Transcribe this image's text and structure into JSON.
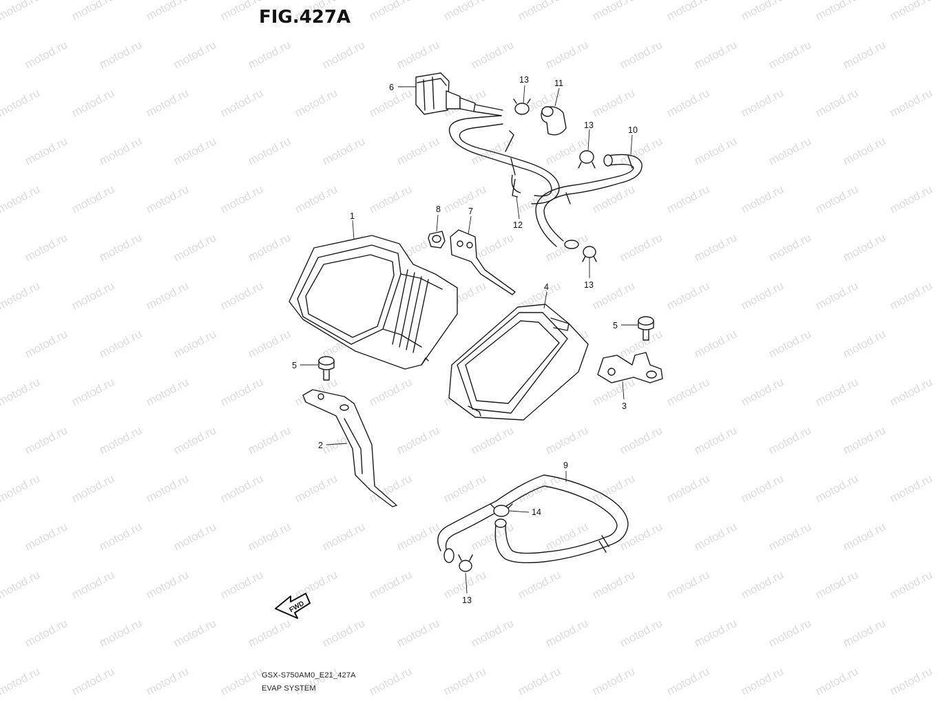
{
  "figure": {
    "title": "FIG.427A",
    "code": "GSX-S750AM0_E21_427A",
    "caption": "EVAP SYSTEM",
    "watermark": "motod.ru",
    "fwd_label": "FWD"
  },
  "callouts": [
    {
      "id": "6",
      "label": "6"
    },
    {
      "id": "13a",
      "label": "13"
    },
    {
      "id": "11",
      "label": "11"
    },
    {
      "id": "13b",
      "label": "13"
    },
    {
      "id": "10",
      "label": "10"
    },
    {
      "id": "12",
      "label": "12"
    },
    {
      "id": "8",
      "label": "8"
    },
    {
      "id": "7",
      "label": "7"
    },
    {
      "id": "1",
      "label": "1"
    },
    {
      "id": "13c",
      "label": "13"
    },
    {
      "id": "4",
      "label": "4"
    },
    {
      "id": "5a",
      "label": "5"
    },
    {
      "id": "5b",
      "label": "5"
    },
    {
      "id": "3",
      "label": "3"
    },
    {
      "id": "2",
      "label": "2"
    },
    {
      "id": "9",
      "label": "9"
    },
    {
      "id": "14",
      "label": "14"
    },
    {
      "id": "13d",
      "label": "13"
    }
  ]
}
